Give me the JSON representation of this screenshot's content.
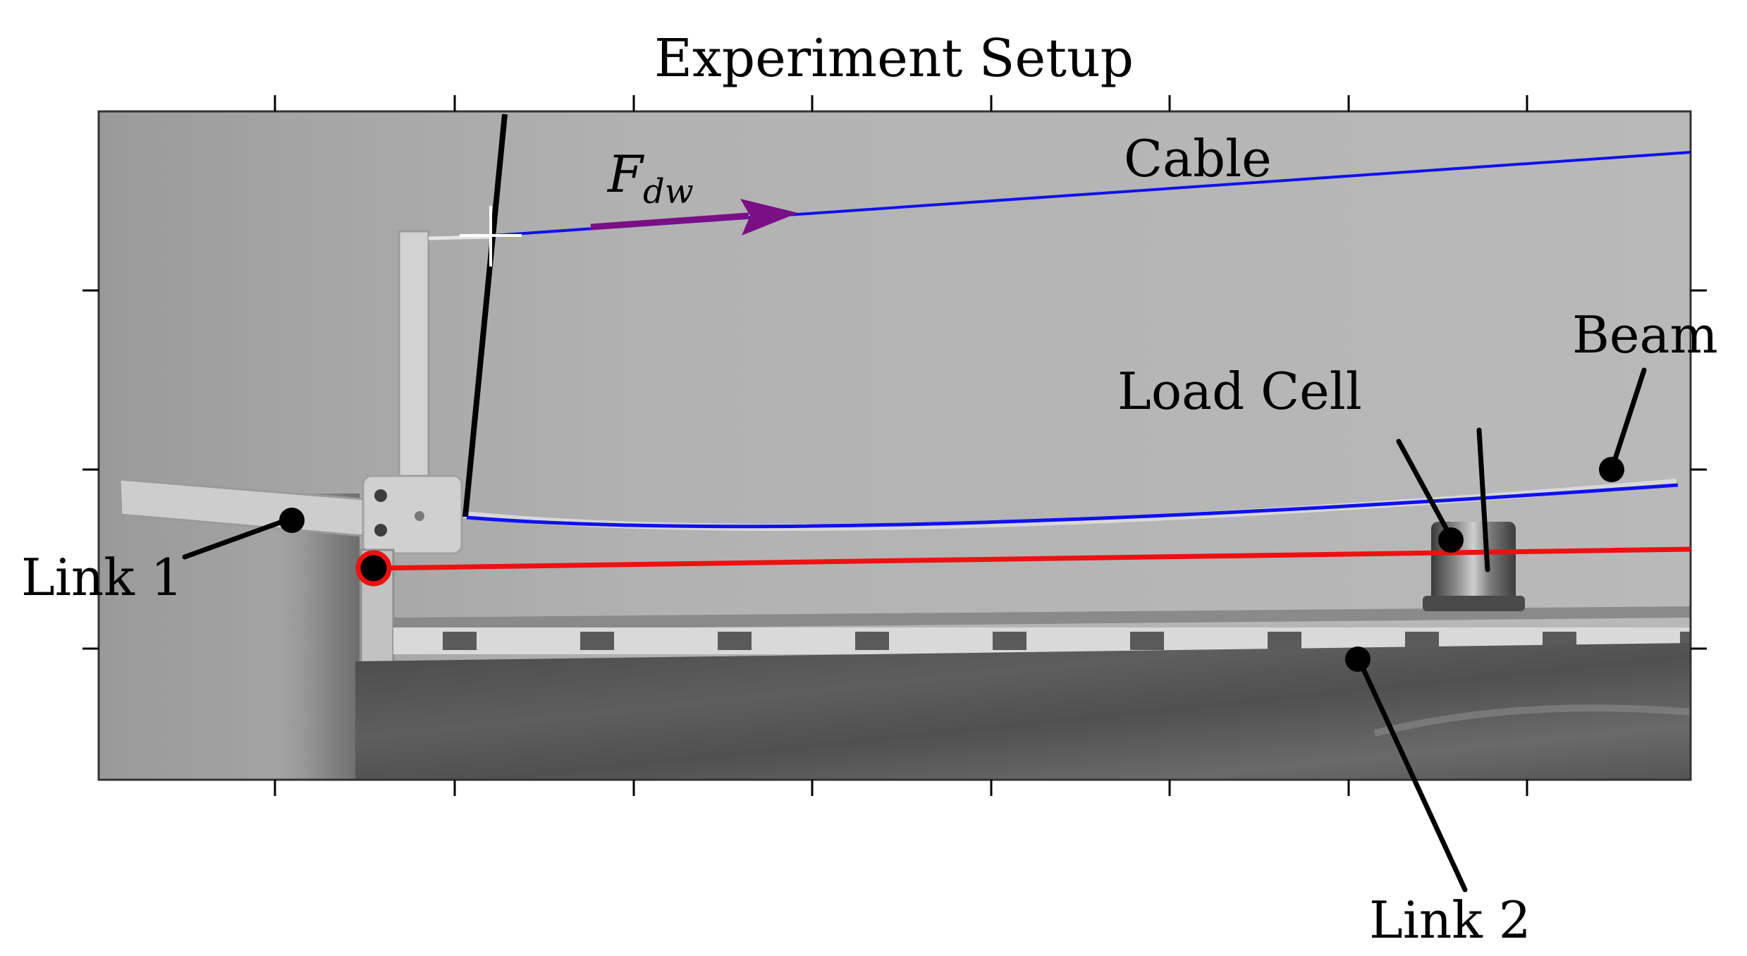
{
  "title": "Experiment Setup",
  "labels": {
    "cable": "Cable",
    "beam": "Beam",
    "load_cell": "Load Cell",
    "link1": "Link 1",
    "link2": "Link 2",
    "force_main": "F",
    "force_sub": "dw"
  },
  "colors": {
    "cable_line": "#1010ee",
    "beam_line": "#1010ee",
    "link_line": "#ee1111",
    "force_arrow": "#7a0f86",
    "annotation": "#000000",
    "frame": "#333333"
  }
}
